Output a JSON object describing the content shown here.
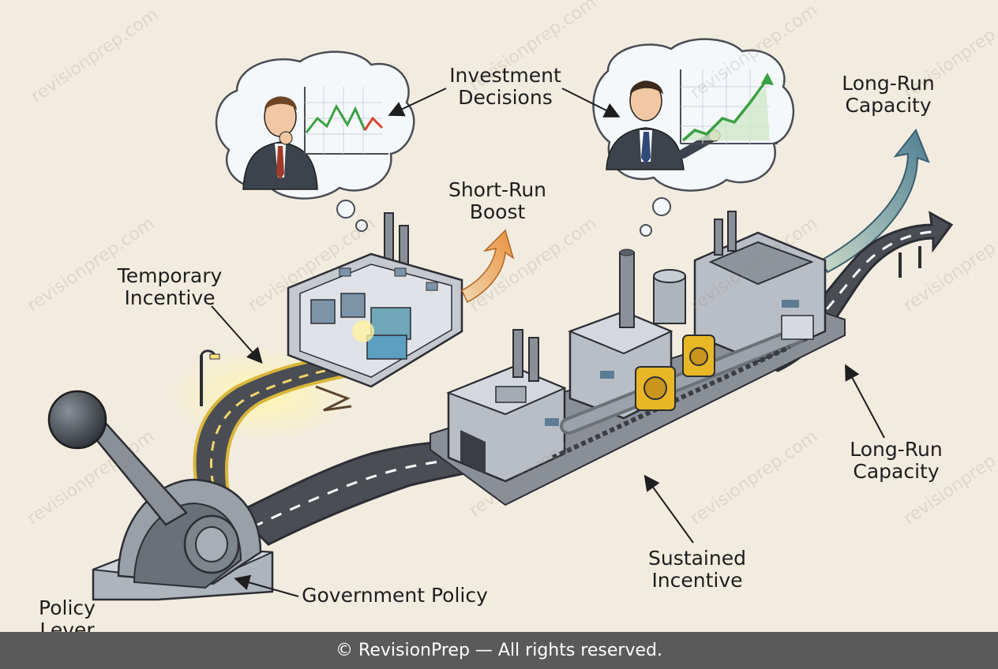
{
  "labels": {
    "investment_decisions": [
      "Investment",
      "Decisions"
    ],
    "long_run_capacity_top": [
      "Long-Run",
      "Capacity"
    ],
    "short_run_boost": [
      "Short-Run",
      "Boost"
    ],
    "temporary_incentive": [
      "Temporary",
      "Incentive"
    ],
    "long_run_capacity_right": [
      "Long-Run",
      "Capacity"
    ],
    "sustained_incentive": [
      "Sustained",
      "Incentive"
    ],
    "government_policy": "Government Policy",
    "policy_lever": [
      "Policy",
      "Lever"
    ]
  },
  "watermark": "revisionprep.com",
  "footer": "© RevisionPrep — All rights reserved.",
  "colors": {
    "background": "#f2ece0",
    "road": "#4a4d53",
    "road_highlight": "#d9b63a",
    "building": "#b9bec6",
    "boost_arrow": "#e8a45a",
    "capacity_arrow": "#6f97a8",
    "chart_up": "#3aa043",
    "chart_down": "#d8452f",
    "footer_bg": "#5a5a5a"
  }
}
